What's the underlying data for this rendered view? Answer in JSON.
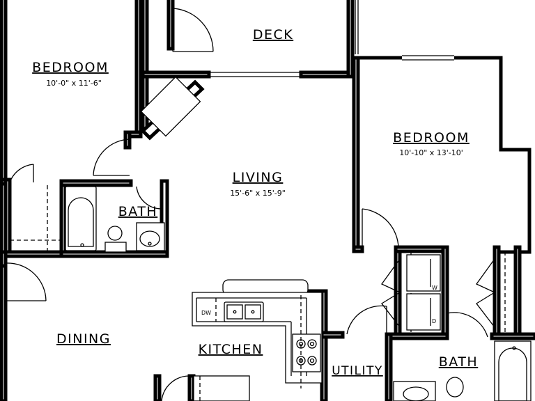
{
  "rooms": {
    "deck": {
      "name": "DECK"
    },
    "bedroom_left": {
      "name": "BEDROOM",
      "dimensions": "10'-0\" x 11'-6\""
    },
    "living": {
      "name": "LIVING",
      "dimensions": "15'-6\" x 15'-9\""
    },
    "bedroom_right": {
      "name": "BEDROOM",
      "dimensions": "10'-10\" x 13'-10'"
    },
    "bath_left": {
      "name": "BATH"
    },
    "dining": {
      "name": "DINING"
    },
    "kitchen": {
      "name": "KITCHEN"
    },
    "utility": {
      "name": "UTILITY"
    },
    "bath_right": {
      "name": "BATH"
    }
  },
  "fixtures": {
    "dishwasher": "DW",
    "washer": "W",
    "dryer": "D"
  }
}
